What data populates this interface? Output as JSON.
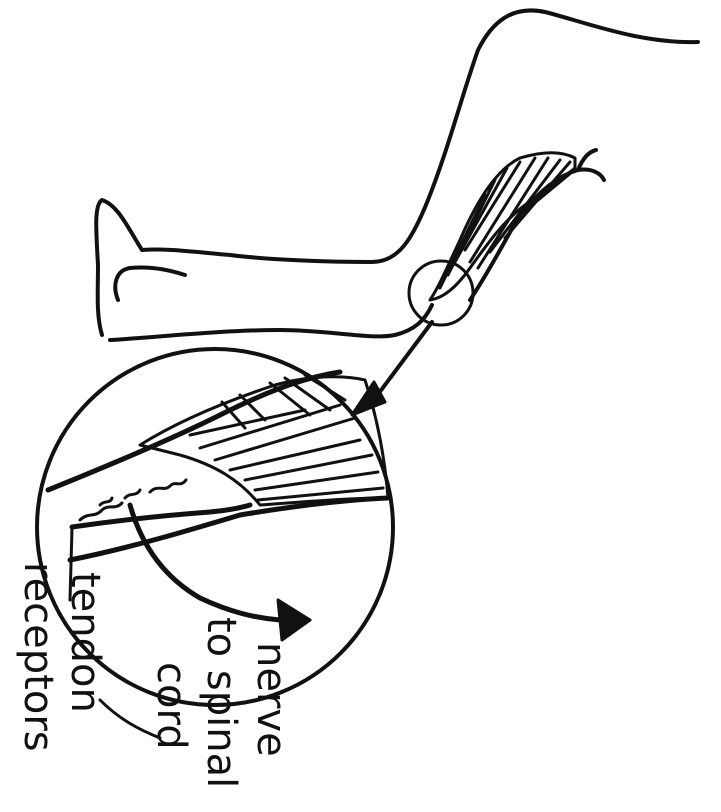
{
  "diagram": {
    "labels": {
      "nerve_line1": "nerve",
      "nerve_line2": "to spinal",
      "nerve_line3": "cord",
      "tendon_line1": "tendon",
      "tendon_line2": "receptors"
    },
    "ink_color": "#111111",
    "text_orientation": "rotated 90° clockwise"
  }
}
